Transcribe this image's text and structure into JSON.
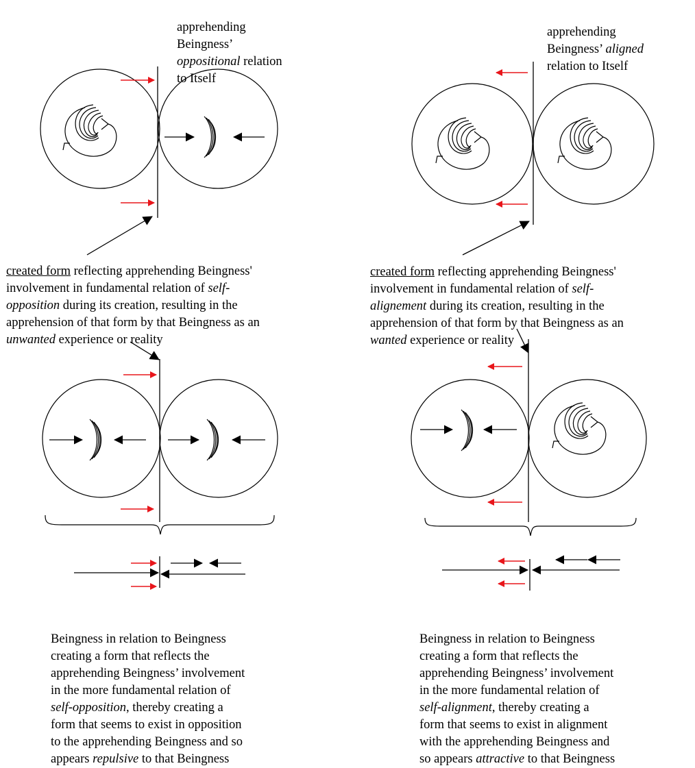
{
  "colors": {
    "line": "#000000",
    "accent": "#e8161b"
  },
  "left": {
    "top_label": {
      "line1": "apprehending",
      "line2": "Beingness’",
      "line3_em": "oppositional",
      "line3_rest": " relation",
      "line4": "to Itself"
    },
    "caption": {
      "underlined": "created form",
      "l1_rest": " reflecting apprehending Beingness'",
      "l2_pre": "involvement in fundamental relation of ",
      "l2_em": "self-",
      "l3_em": "opposition",
      "l3_rest": " during its creation, resulting in the",
      "l4": "apprehension of that form by that Beingness as an",
      "l5_em": "unwanted",
      "l5_rest": " experience or reality"
    },
    "bottom_text": {
      "l1": "Beingness in relation to Beingness",
      "l2": "creating a form that reflects the",
      "l3": "apprehending Beingness’ involvement",
      "l4": "in the more fundamental relation of",
      "l5_em": "self-opposition",
      "l5_rest": ", thereby creating a",
      "l6": "form that seems to exist in opposition",
      "l7": "to the apprehending Beingness and so",
      "l8_pre": "appears ",
      "l8_em": "repulsive",
      "l8_rest": " to that Beingness"
    }
  },
  "right": {
    "top_label": {
      "line1": "apprehending",
      "line2_pre": "Beingness’ ",
      "line2_em": "aligned",
      "line3": "relation to Itself"
    },
    "caption": {
      "underlined": "created form",
      "l1_rest": " reflecting apprehending Beingness'",
      "l2_pre": "involvement in fundamental relation of ",
      "l2_em": "self-",
      "l3_em": "alignement",
      "l3_rest": " during its creation, resulting in the",
      "l4": "apprehension of that form by that Beingness as an",
      "l5_em": "wanted",
      "l5_rest": " experience or reality"
    },
    "bottom_text": {
      "l1": "Beingness in relation to Beingness",
      "l2": "creating a form that reflects the",
      "l3": "apprehending Beingness’ involvement",
      "l4": "in the more fundamental relation of",
      "l5_em": "self-alignment",
      "l5_rest": ", thereby creating a",
      "l6": "form that seems to exist in alignment",
      "l7": "with the apprehending Beingness and",
      "l8_pre": "so appears ",
      "l8_em": "attractive",
      "l8_rest": " to that Beingness"
    }
  }
}
